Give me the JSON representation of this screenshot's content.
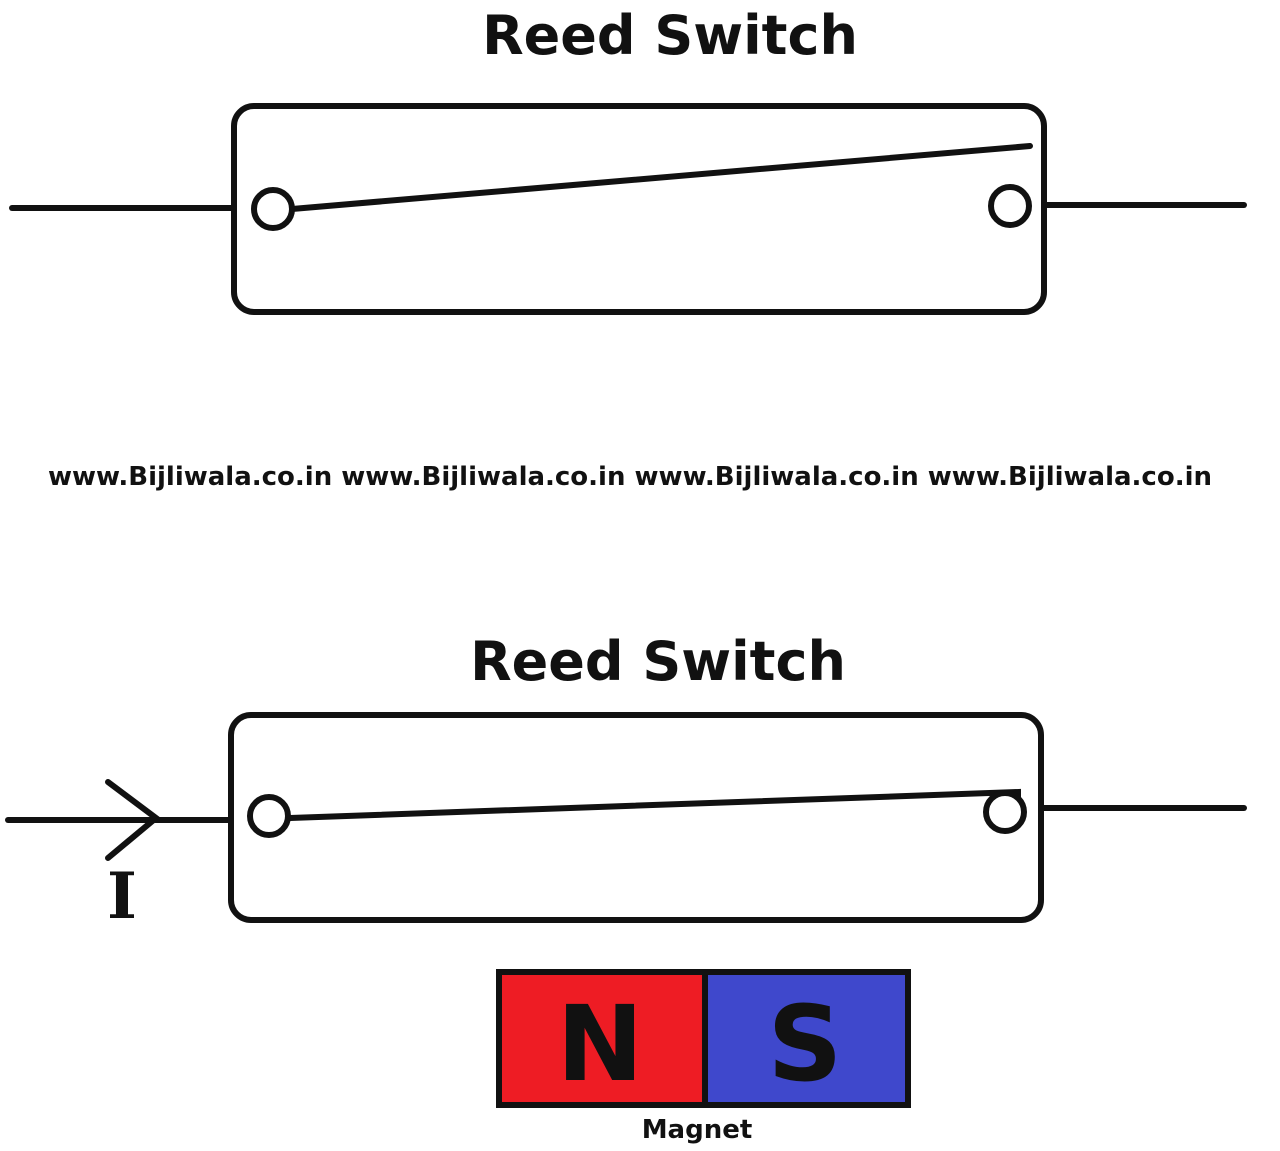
{
  "open_switch": {
    "title": "Reed Switch"
  },
  "watermark": {
    "text": "www.Bijliwala.co.in www.Bijliwala.co.in www.Bijliwala.co.in www.Bijliwala.co.in"
  },
  "closed_switch": {
    "title": "Reed Switch",
    "current_label": "I"
  },
  "magnet": {
    "north_label": "N",
    "south_label": "S",
    "caption": "Magnet",
    "north_color": "#ee1c24",
    "south_color": "#3f48cc"
  }
}
